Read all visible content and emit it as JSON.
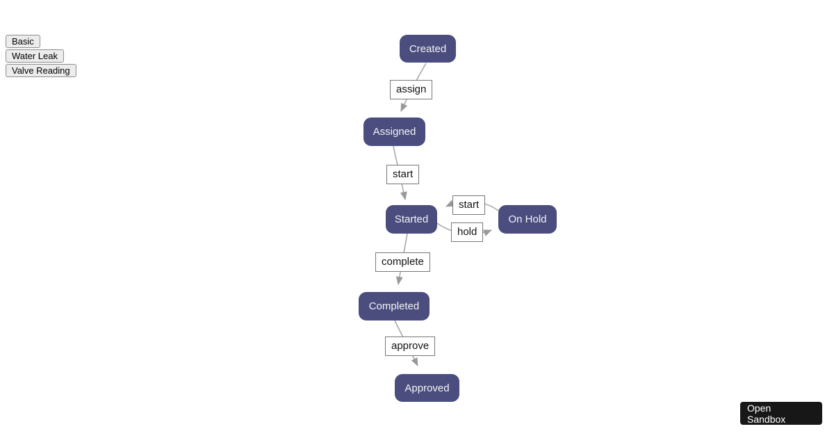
{
  "controls": {
    "buttons": [
      {
        "label": "Basic"
      },
      {
        "label": "Water Leak"
      },
      {
        "label": "Valve Reading"
      }
    ]
  },
  "diagram": {
    "nodes": [
      {
        "id": "created",
        "label": "Created"
      },
      {
        "id": "assigned",
        "label": "Assigned"
      },
      {
        "id": "started",
        "label": "Started"
      },
      {
        "id": "onhold",
        "label": "On Hold"
      },
      {
        "id": "completed",
        "label": "Completed"
      },
      {
        "id": "approved",
        "label": "Approved"
      }
    ],
    "edges": [
      {
        "from": "created",
        "to": "assigned",
        "label": "assign"
      },
      {
        "from": "assigned",
        "to": "started",
        "label": "start"
      },
      {
        "from": "onhold",
        "to": "started",
        "label": "start"
      },
      {
        "from": "started",
        "to": "onhold",
        "label": "hold"
      },
      {
        "from": "started",
        "to": "completed",
        "label": "complete"
      },
      {
        "from": "completed",
        "to": "approved",
        "label": "approve"
      }
    ],
    "colors": {
      "node_fill": "#4a4d7e",
      "node_text": "#f5f5f5",
      "edge_color": "#a8a8a8",
      "arrow_color": "#999999",
      "label_bg": "#ffffff",
      "label_border": "#777777",
      "label_text": "#111111"
    }
  },
  "sandbox": {
    "label": "Open Sandbox"
  }
}
